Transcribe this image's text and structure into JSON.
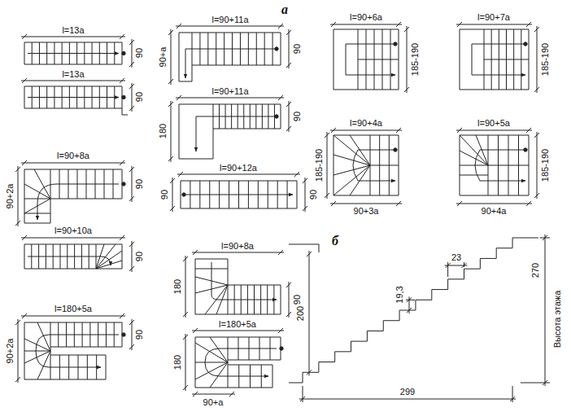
{
  "diagram": {
    "labels": [
      "а",
      "l=13а",
      "90",
      "l=13а",
      "90",
      "l=90+11а",
      "90+а",
      "90",
      "l=90+11а",
      "180",
      "90",
      "l=90+12а",
      "90",
      "90",
      "l=90+6а",
      "185-190",
      "l=90+7а",
      "185-190",
      "l=90+4а",
      "185-190",
      "90+3а",
      "l=90+5а",
      "185-190",
      "90+4а",
      "l=90+8а",
      "90+2а",
      "90",
      "l=90+10а",
      "90",
      "l=180+5а",
      "90+2а",
      "90",
      "l=90+8а",
      "180",
      "90",
      "l=180+5а",
      "180",
      "90+а",
      "б",
      "200",
      "23",
      "19,3",
      "270",
      "Высота этажа",
      "299"
    ]
  }
}
